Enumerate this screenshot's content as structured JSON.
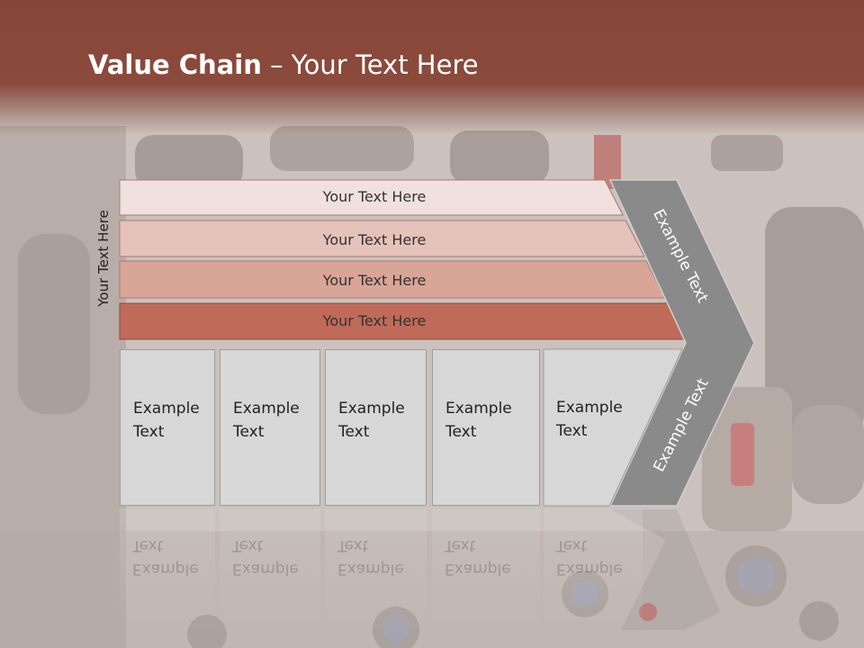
{
  "slide": {
    "title_bold": "Value Chain",
    "title_rest": " – Your Text Here",
    "vertical_label": "Your Text Here",
    "rows": [
      {
        "label": "Your Text Here",
        "color": "#f1e1de"
      },
      {
        "label": "Your Text Here",
        "color": "#e5c2ba"
      },
      {
        "label": "Your Text Here",
        "color": "#d9a597"
      },
      {
        "label": "Your Text Here",
        "color": "#c06a59"
      }
    ],
    "boxes": [
      {
        "line1": "Example",
        "line2": "Text"
      },
      {
        "line1": "Example",
        "line2": "Text"
      },
      {
        "line1": "Example",
        "line2": "Text"
      },
      {
        "line1": "Example",
        "line2": "Text"
      },
      {
        "line1": "Example",
        "line2": "Text"
      }
    ],
    "chevron": {
      "upper_text": "Example Text",
      "lower_text": "Example Text",
      "color": "#8a8a8a"
    },
    "header_color": "#874638"
  }
}
